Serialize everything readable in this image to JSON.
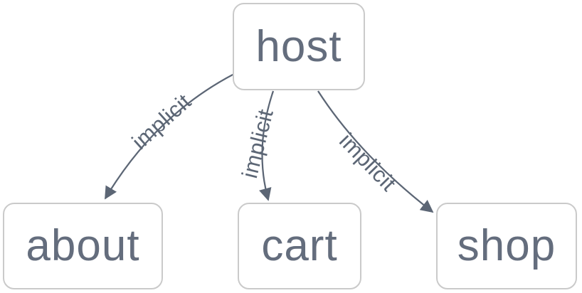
{
  "diagram": {
    "type": "graph",
    "nodes": [
      {
        "id": "host",
        "label": "host"
      },
      {
        "id": "about",
        "label": "about"
      },
      {
        "id": "cart",
        "label": "cart"
      },
      {
        "id": "shop",
        "label": "shop"
      }
    ],
    "edges": [
      {
        "from": "host",
        "to": "about",
        "label": "implicit"
      },
      {
        "from": "host",
        "to": "cart",
        "label": "implicit"
      },
      {
        "from": "host",
        "to": "shop",
        "label": "implicit"
      }
    ],
    "colors": {
      "background": "#ffffff",
      "node_border": "#cacaca",
      "node_text": "#646d7d",
      "edge": "#5c6675",
      "edge_label": "#5c6675"
    }
  }
}
